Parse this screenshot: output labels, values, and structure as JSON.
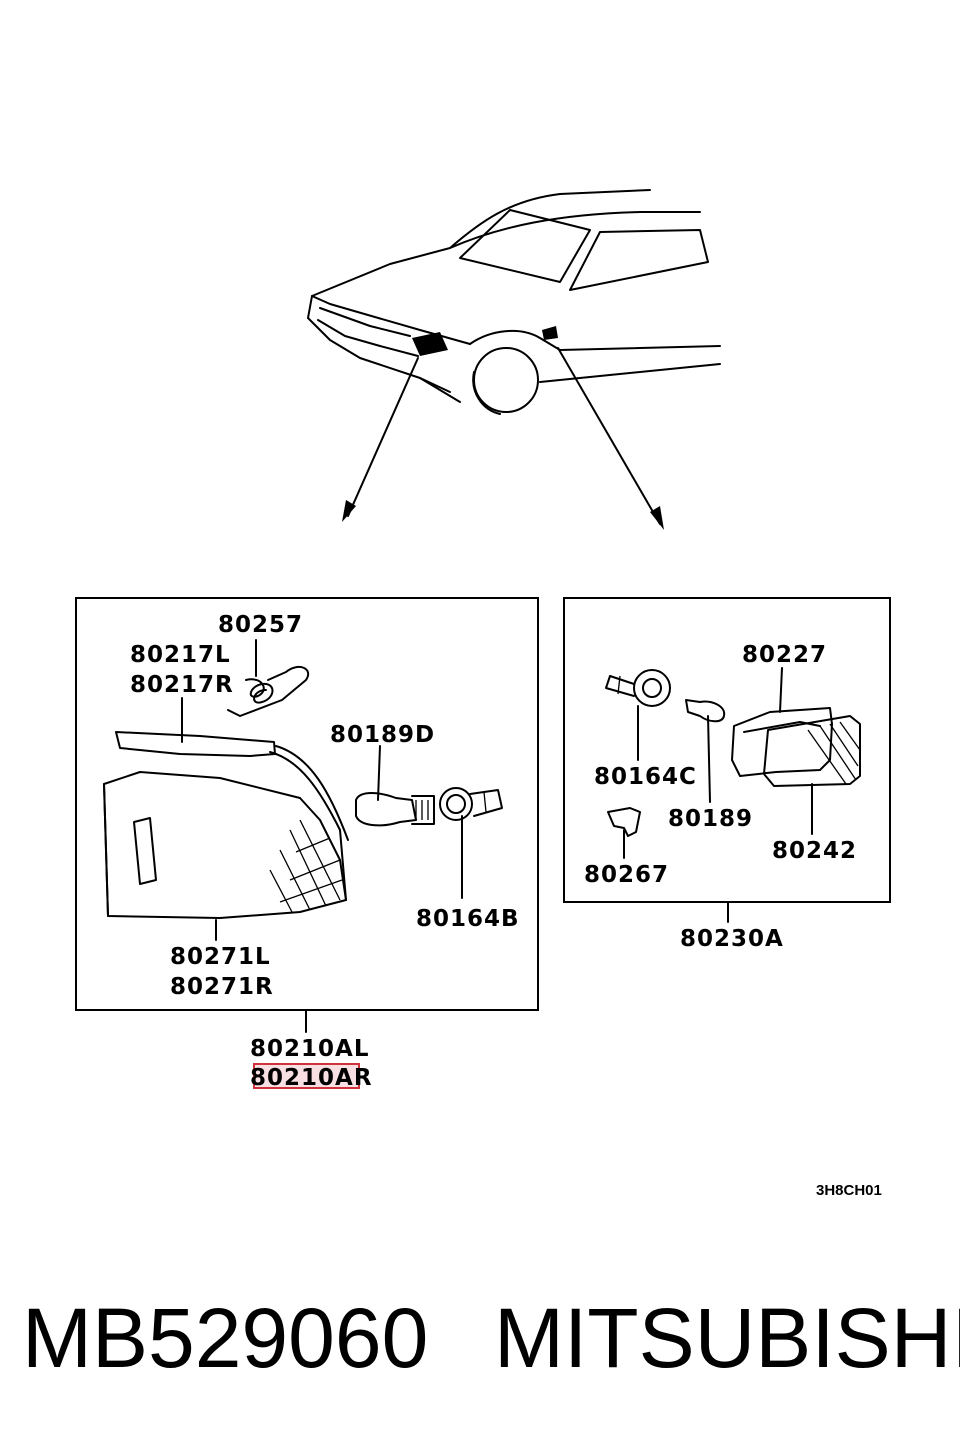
{
  "diagram": {
    "labels": {
      "p80257": "80257",
      "p80217L": "80217L",
      "p80217R": "80217R",
      "p80189D": "80189D",
      "p80271L": "80271L",
      "p80271R": "80271R",
      "p80164B": "80164B",
      "p80210AL": "80210AL",
      "p80210AR": "80210AR",
      "p80227": "80227",
      "p80164C": "80164C",
      "p80189": "80189",
      "p80242": "80242",
      "p80267": "80267",
      "p80230A": "80230A"
    },
    "diagram_code": "3H8CH01",
    "highlight_color": "#d0313a"
  },
  "footer": {
    "part_number": "MB529060",
    "brand": "MITSUBISHI"
  }
}
